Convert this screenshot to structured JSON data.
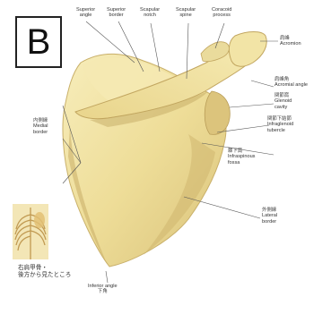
{
  "panel_letter": "B",
  "labels": {
    "superior_angle": [
      "Superior",
      "angle"
    ],
    "superior_border": [
      "Superior",
      "border"
    ],
    "scapular_notch": [
      "Scapular",
      "notch"
    ],
    "scapular_spine": [
      "Scapular",
      "spine"
    ],
    "coracoid_process": [
      "Coracoid",
      "process"
    ],
    "acromion": {
      "jp": "肩峰",
      "en": "Acromion"
    },
    "acromial_angle": {
      "jp": "肩峰角",
      "en": "Acromial angle"
    },
    "glenoid_cavity": {
      "jp": "関節窩",
      "en": [
        "Glenoid",
        "cavity"
      ]
    },
    "infraglenoid_tubercle": {
      "jp": "関節下結節",
      "en": [
        "Infraglenoid",
        "tubercle"
      ]
    },
    "infraspinous_fossa": {
      "jp": "棘下窩",
      "en": [
        "Infraspinous",
        "fossa"
      ]
    },
    "medial_border": {
      "jp": "内側縁",
      "en": [
        "Medial",
        "border"
      ]
    },
    "lateral_border": {
      "jp": "外側縁",
      "en": [
        "Lateral",
        "border"
      ]
    },
    "inferior_angle": {
      "en": "Inferior angle",
      "jp": "下角"
    }
  },
  "caption": [
    "右肩甲骨・",
    "後方から見たところ"
  ],
  "colors": {
    "bone_light": "#f4e7ac",
    "bone_mid": "#e3cf85",
    "bone_dark": "#b89c56",
    "leader": "#555555"
  }
}
